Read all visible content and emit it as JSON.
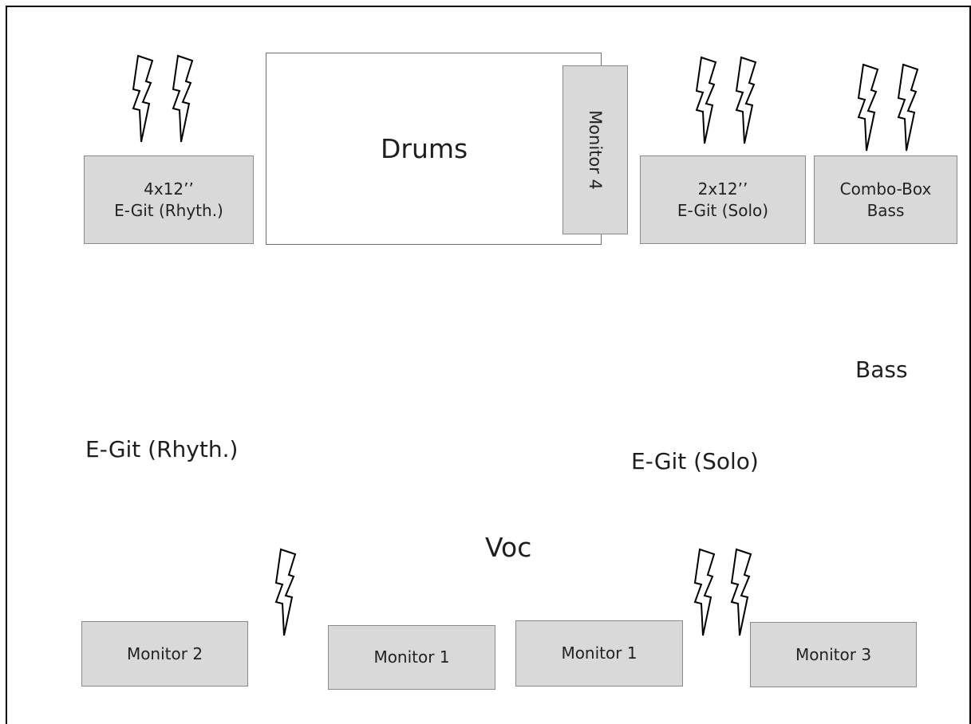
{
  "amps": {
    "rhythm_cab": {
      "line1": "4x12’’",
      "line2": "E-Git (Rhyth.)"
    },
    "solo_cab": {
      "line1": "2x12’’",
      "line2": "E-Git (Solo)"
    },
    "bass_combo": {
      "line1": "Combo-Box",
      "line2": "Bass"
    }
  },
  "drums": {
    "label": "Drums"
  },
  "monitors": {
    "m1_left": "Monitor 1",
    "m1_right": "Monitor 1",
    "m2": "Monitor 2",
    "m3": "Monitor 3",
    "m4": "Monitor 4"
  },
  "positions": {
    "bass": "Bass",
    "guitar_rhythm": "E-Git (Rhyth.)",
    "guitar_solo": "E-Git (Solo)",
    "vocals": "Voc"
  },
  "icons": {
    "sound": "lightning-bolt-icon"
  },
  "colors": {
    "box_fill": "#d9d9d9",
    "box_border": "#8a8a8a",
    "outline": "#000000"
  }
}
